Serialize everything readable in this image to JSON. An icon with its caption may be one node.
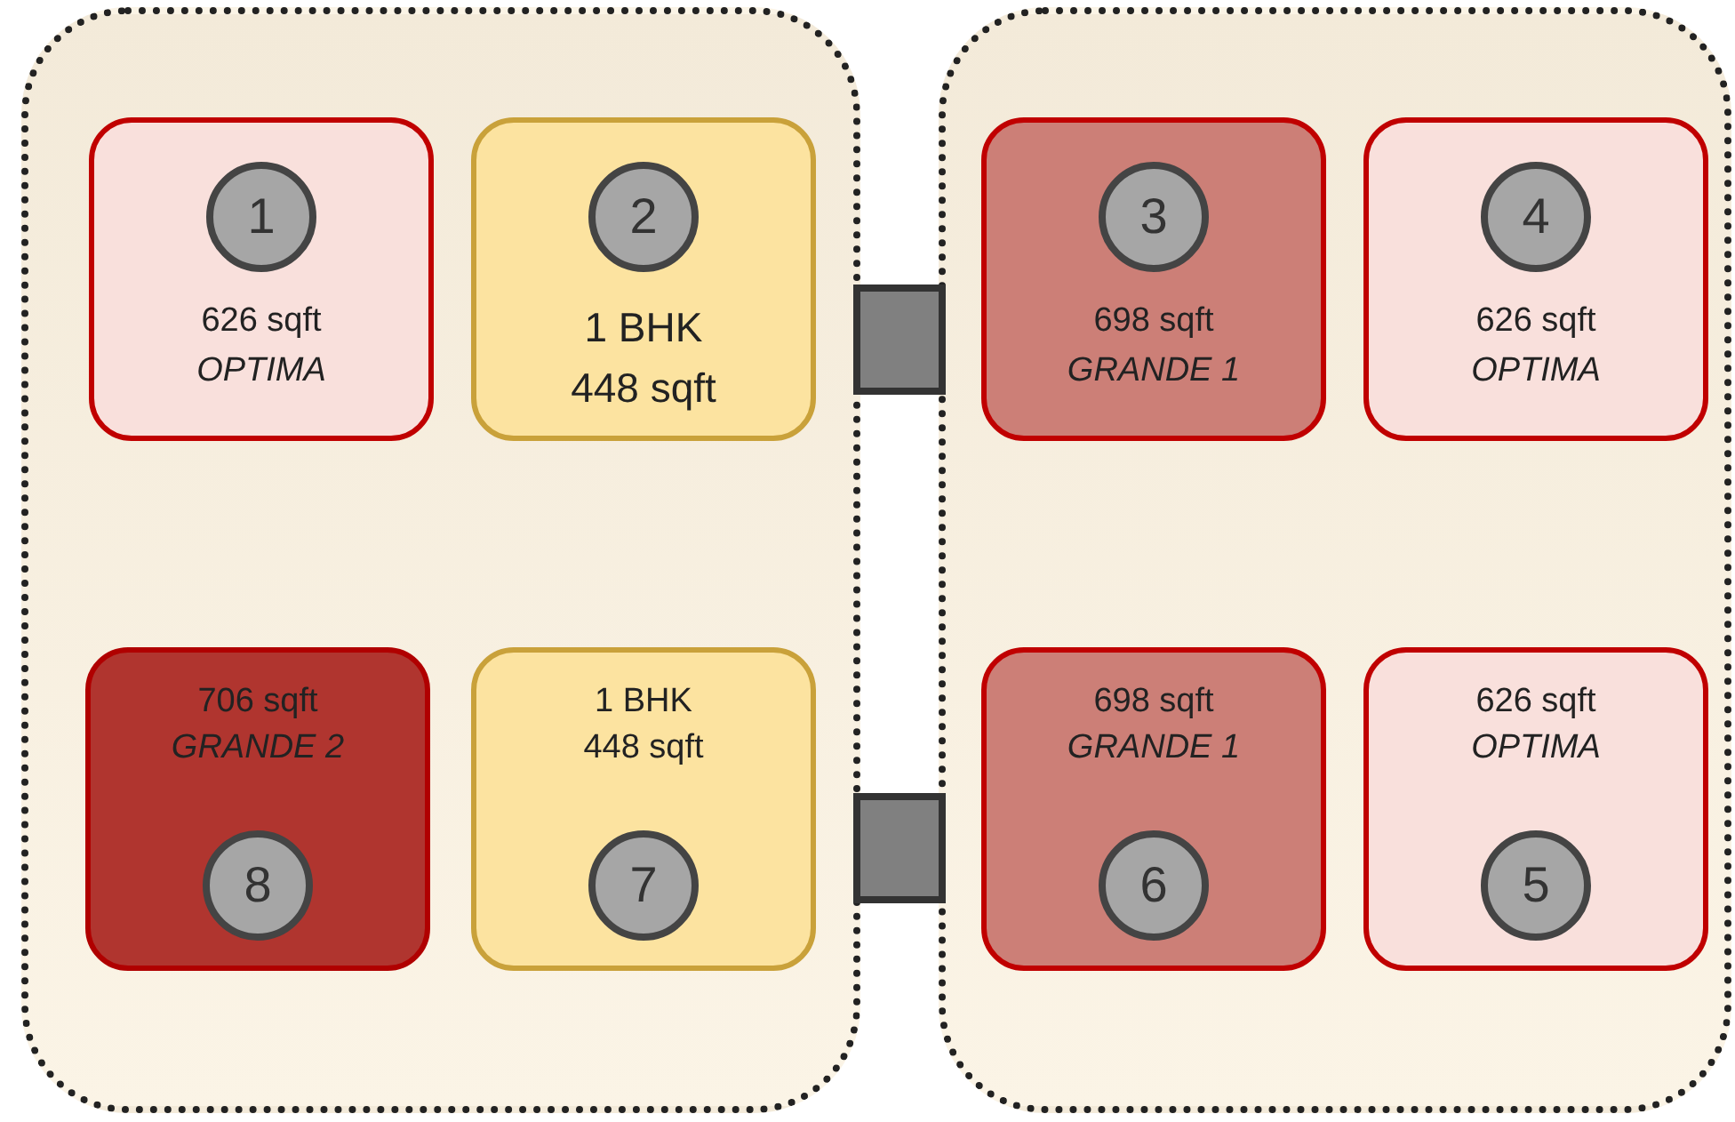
{
  "diagram": {
    "nodes": [
      {
        "text": [],
        "shape": "box"
      },
      {
        "text": [
          "626 sqft",
          "OPTIMA"
        ],
        "in": 0
      },
      {
        "text": [
          "1"
        ],
        "in": 1
      },
      {
        "text": [
          "1 BHK",
          "448 sqft"
        ],
        "in": 0
      },
      {
        "text": [
          "2"
        ],
        "in": 3
      },
      {
        "text": [
          "706 sqft",
          "GRANDE 2"
        ],
        "in": 0
      },
      {
        "text": [
          "8"
        ],
        "in": 5
      },
      {
        "text": [
          "1 BHK",
          "448 sqft"
        ],
        "in": 0
      },
      {
        "text": [
          "7"
        ],
        "in": 7
      },
      {
        "text": [],
        "shape": "box"
      },
      {
        "text": [],
        "shape": "box"
      },
      {
        "text": [],
        "shape": "box"
      },
      {
        "text": [
          "698 sqft",
          "GRANDE 1"
        ],
        "in": 11
      },
      {
        "text": [
          "3"
        ],
        "in": 12
      },
      {
        "text": [
          "626 sqft",
          "OPTIMA"
        ],
        "in": 11
      },
      {
        "text": [
          "4"
        ],
        "in": 14
      },
      {
        "text": [
          "698 sqft",
          "GRANDE 1"
        ],
        "in": 11
      },
      {
        "text": [
          "6"
        ],
        "in": 16
      },
      {
        "text": [
          "626 sqft",
          "OPTIMA"
        ],
        "in": 11
      },
      {
        "text": [
          "5"
        ],
        "in": 18
      }
    ]
  }
}
